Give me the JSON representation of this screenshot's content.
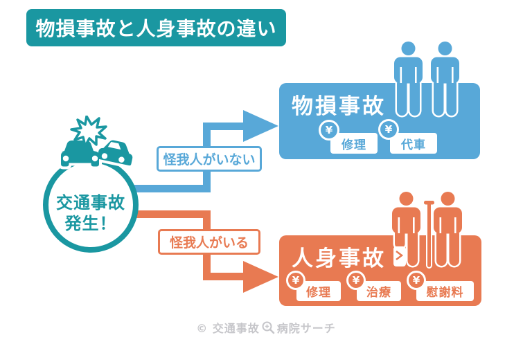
{
  "title": "物損事故と人身事故の違い",
  "origin": {
    "line1": "交通事故",
    "line2": "発生！"
  },
  "yen": "¥",
  "branch_no_injury": {
    "condition": "怪我人がいない",
    "box_title": "物損事故",
    "tags": [
      "修理",
      "代車"
    ]
  },
  "branch_injury": {
    "condition": "怪我人がいる",
    "box_title": "人身事故",
    "tags": [
      "修理",
      "治療",
      "慰謝料"
    ]
  },
  "footer": {
    "left": "© 交通事故",
    "right": "病院サーチ"
  },
  "colors": {
    "teal": "#1a97a1",
    "blue": "#58a8d8",
    "orange": "#e87a52",
    "footer_gray": "#c6c6ca",
    "background": "#ffffff"
  }
}
